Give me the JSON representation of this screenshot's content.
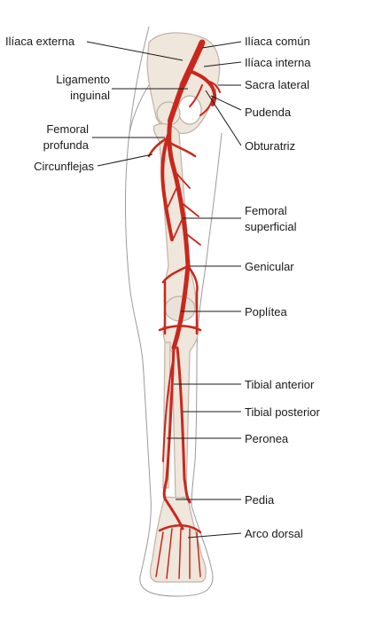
{
  "colors": {
    "background": "#ffffff",
    "bone": "#efe6dc",
    "bone_outline": "#bfb3a6",
    "artery": "#c8281c",
    "artery_dark": "#a01a12",
    "skin_outline": "#9a9a9a",
    "leader": "#1a1a1a"
  },
  "labels": {
    "iliaca_externa": "Ilíaca externa",
    "ligamento_inguinal_l1": "Ligamento",
    "ligamento_inguinal_l2": "inguinal",
    "femoral_profunda_l1": "Femoral",
    "femoral_profunda_l2": "profunda",
    "circunflejas": "Circunflejas",
    "iliaca_comun": "Ilíaca común",
    "iliaca_interna": "Ilíaca interna",
    "sacra_lateral": "Sacra lateral",
    "pudenda": "Pudenda",
    "obturatriz": "Obturatriz",
    "femoral_superficial_l1": "Femoral",
    "femoral_superficial_l2": "superficial",
    "genicular": "Genicular",
    "poplitea": "Poplítea",
    "tibial_anterior": "Tibial anterior",
    "tibial_posterior": "Tibial posterior",
    "peronea": "Peronea",
    "pedia": "Pedia",
    "arco_dorsal": "Arco dorsal"
  }
}
